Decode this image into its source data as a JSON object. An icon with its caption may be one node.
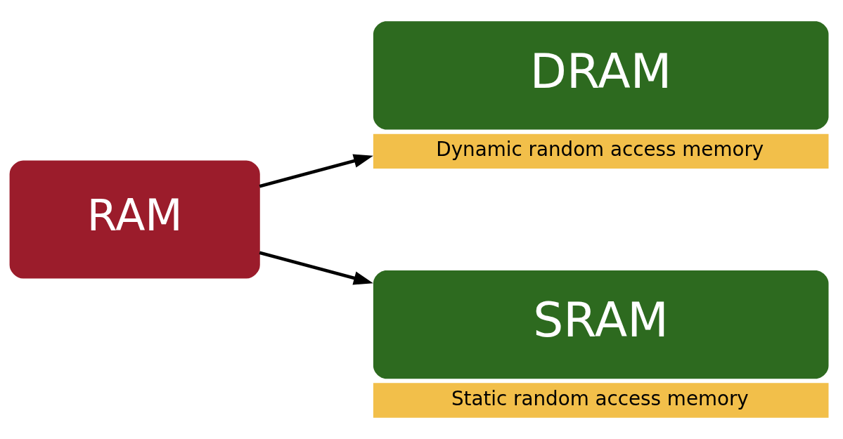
{
  "diagram": {
    "nodes": [
      {
        "text": [
          "RAM"
        ]
      },
      {
        "text": [
          "DRAM"
        ],
        "beside": [
          "Dynamic random access memory"
        ]
      },
      {
        "text": [
          "SRAM"
        ],
        "beside": [
          "Static random access memory"
        ]
      }
    ],
    "edges": [
      {
        "from": 0,
        "to": 1,
        "arrow": "to"
      },
      {
        "from": 0,
        "to": 2,
        "arrow": "to"
      }
    ]
  }
}
